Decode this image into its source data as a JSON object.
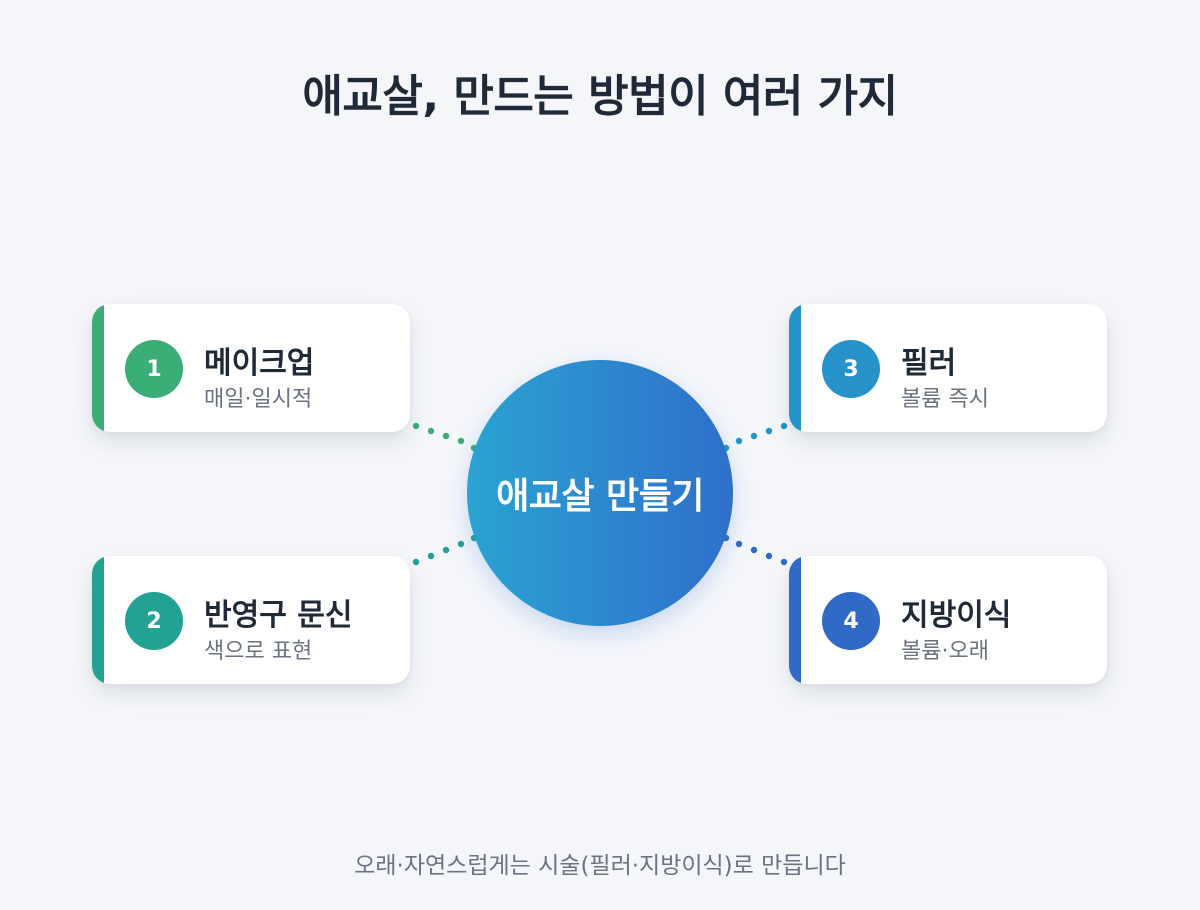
{
  "title": "애교살, 만드는 방법이 여러 가지",
  "center": {
    "label": "애교살 만들기"
  },
  "cards": [
    {
      "number": "1",
      "title": "메이크업",
      "subtitle": "매일·일시적",
      "color": "#3aae76"
    },
    {
      "number": "2",
      "title": "반영구 문신",
      "subtitle": "색으로 표현",
      "color": "#22a293"
    },
    {
      "number": "3",
      "title": "필러",
      "subtitle": "볼륨 즉시",
      "color": "#2593c9"
    },
    {
      "number": "4",
      "title": "지방이식",
      "subtitle": "볼륨·오래",
      "color": "#3069c6"
    }
  ],
  "footer": "오래·자연스럽게는 시술(필러·지방이식)로 만듭니다"
}
